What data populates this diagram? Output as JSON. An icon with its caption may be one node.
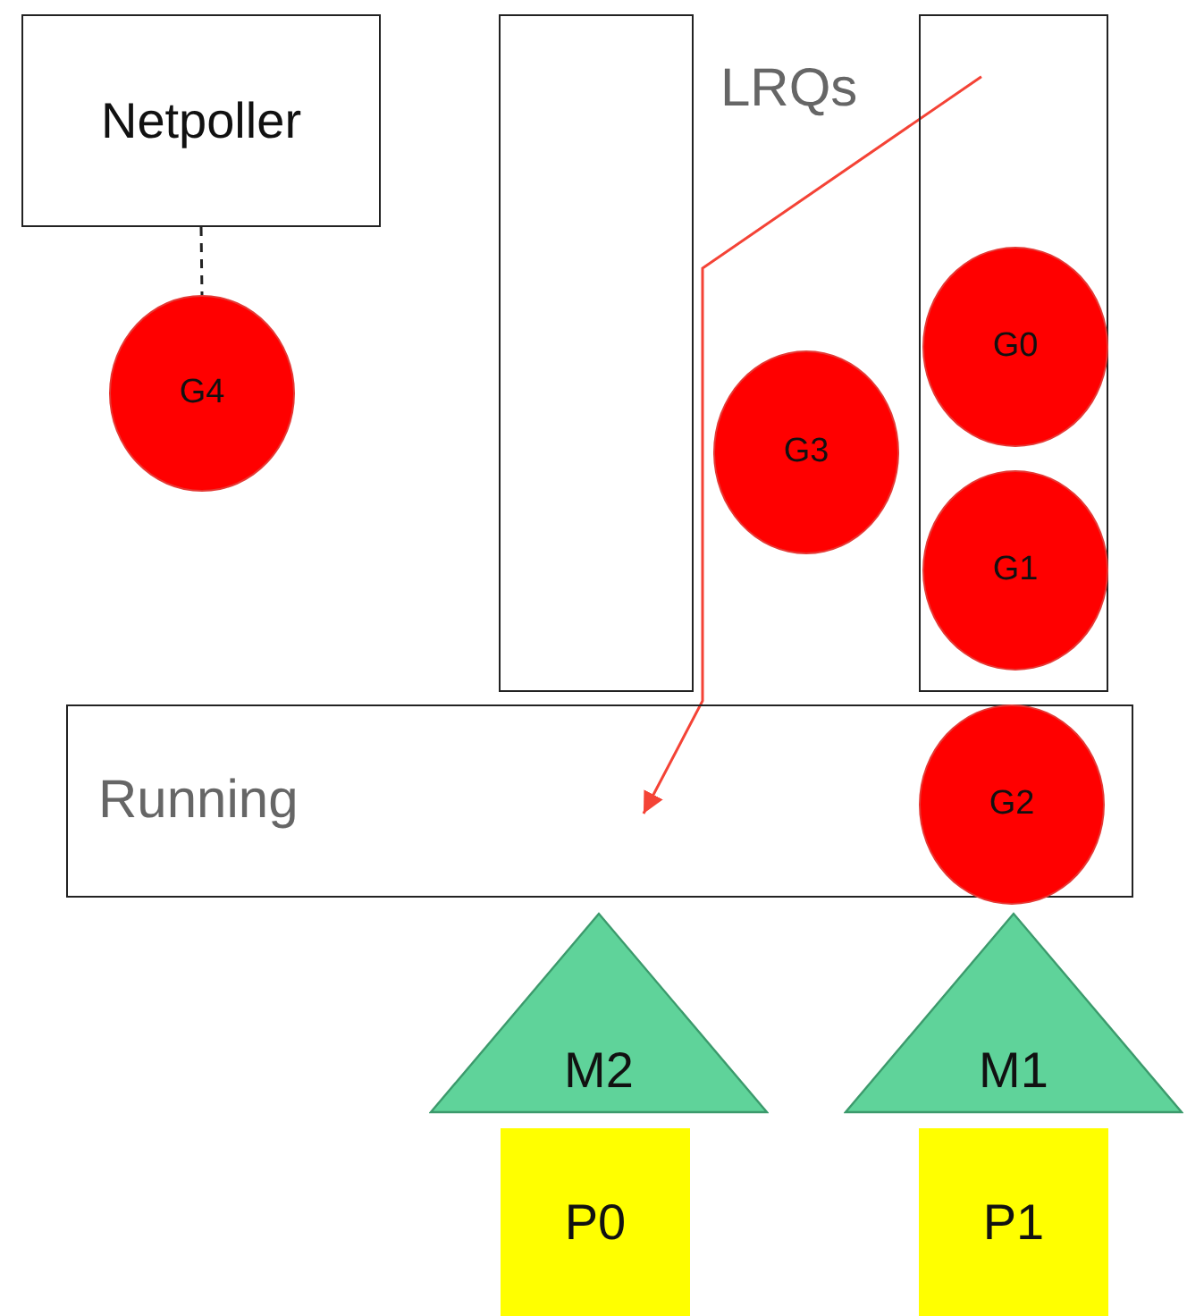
{
  "diagram": {
    "nodes": [
      {
        "text": [
          "Netpoller"
        ]
      },
      {
        "text": [
          "G4"
        ]
      },
      {
        "text": [],
        "shape": "box"
      },
      {
        "text": [],
        "shape": "box"
      },
      {
        "text": [
          "G3"
        ]
      },
      {
        "text": [
          "G0"
        ],
        "in": 3
      },
      {
        "text": [
          "G1"
        ],
        "in": 3
      },
      {
        "text": [
          "Running"
        ]
      },
      {
        "text": [
          "G2"
        ],
        "in": 7
      },
      {
        "text": [
          "M2"
        ]
      },
      {
        "text": [
          "M1"
        ]
      },
      {
        "text": [
          "P0"
        ]
      },
      {
        "text": [
          "P1"
        ]
      }
    ],
    "edges": [
      {
        "from": 0,
        "to": 1,
        "arrow": "none",
        "style": "dashed"
      },
      {
        "from": 3,
        "to": 7,
        "arrow": "to",
        "color": "#f44336"
      }
    ],
    "labels": [
      "LRQs"
    ]
  }
}
